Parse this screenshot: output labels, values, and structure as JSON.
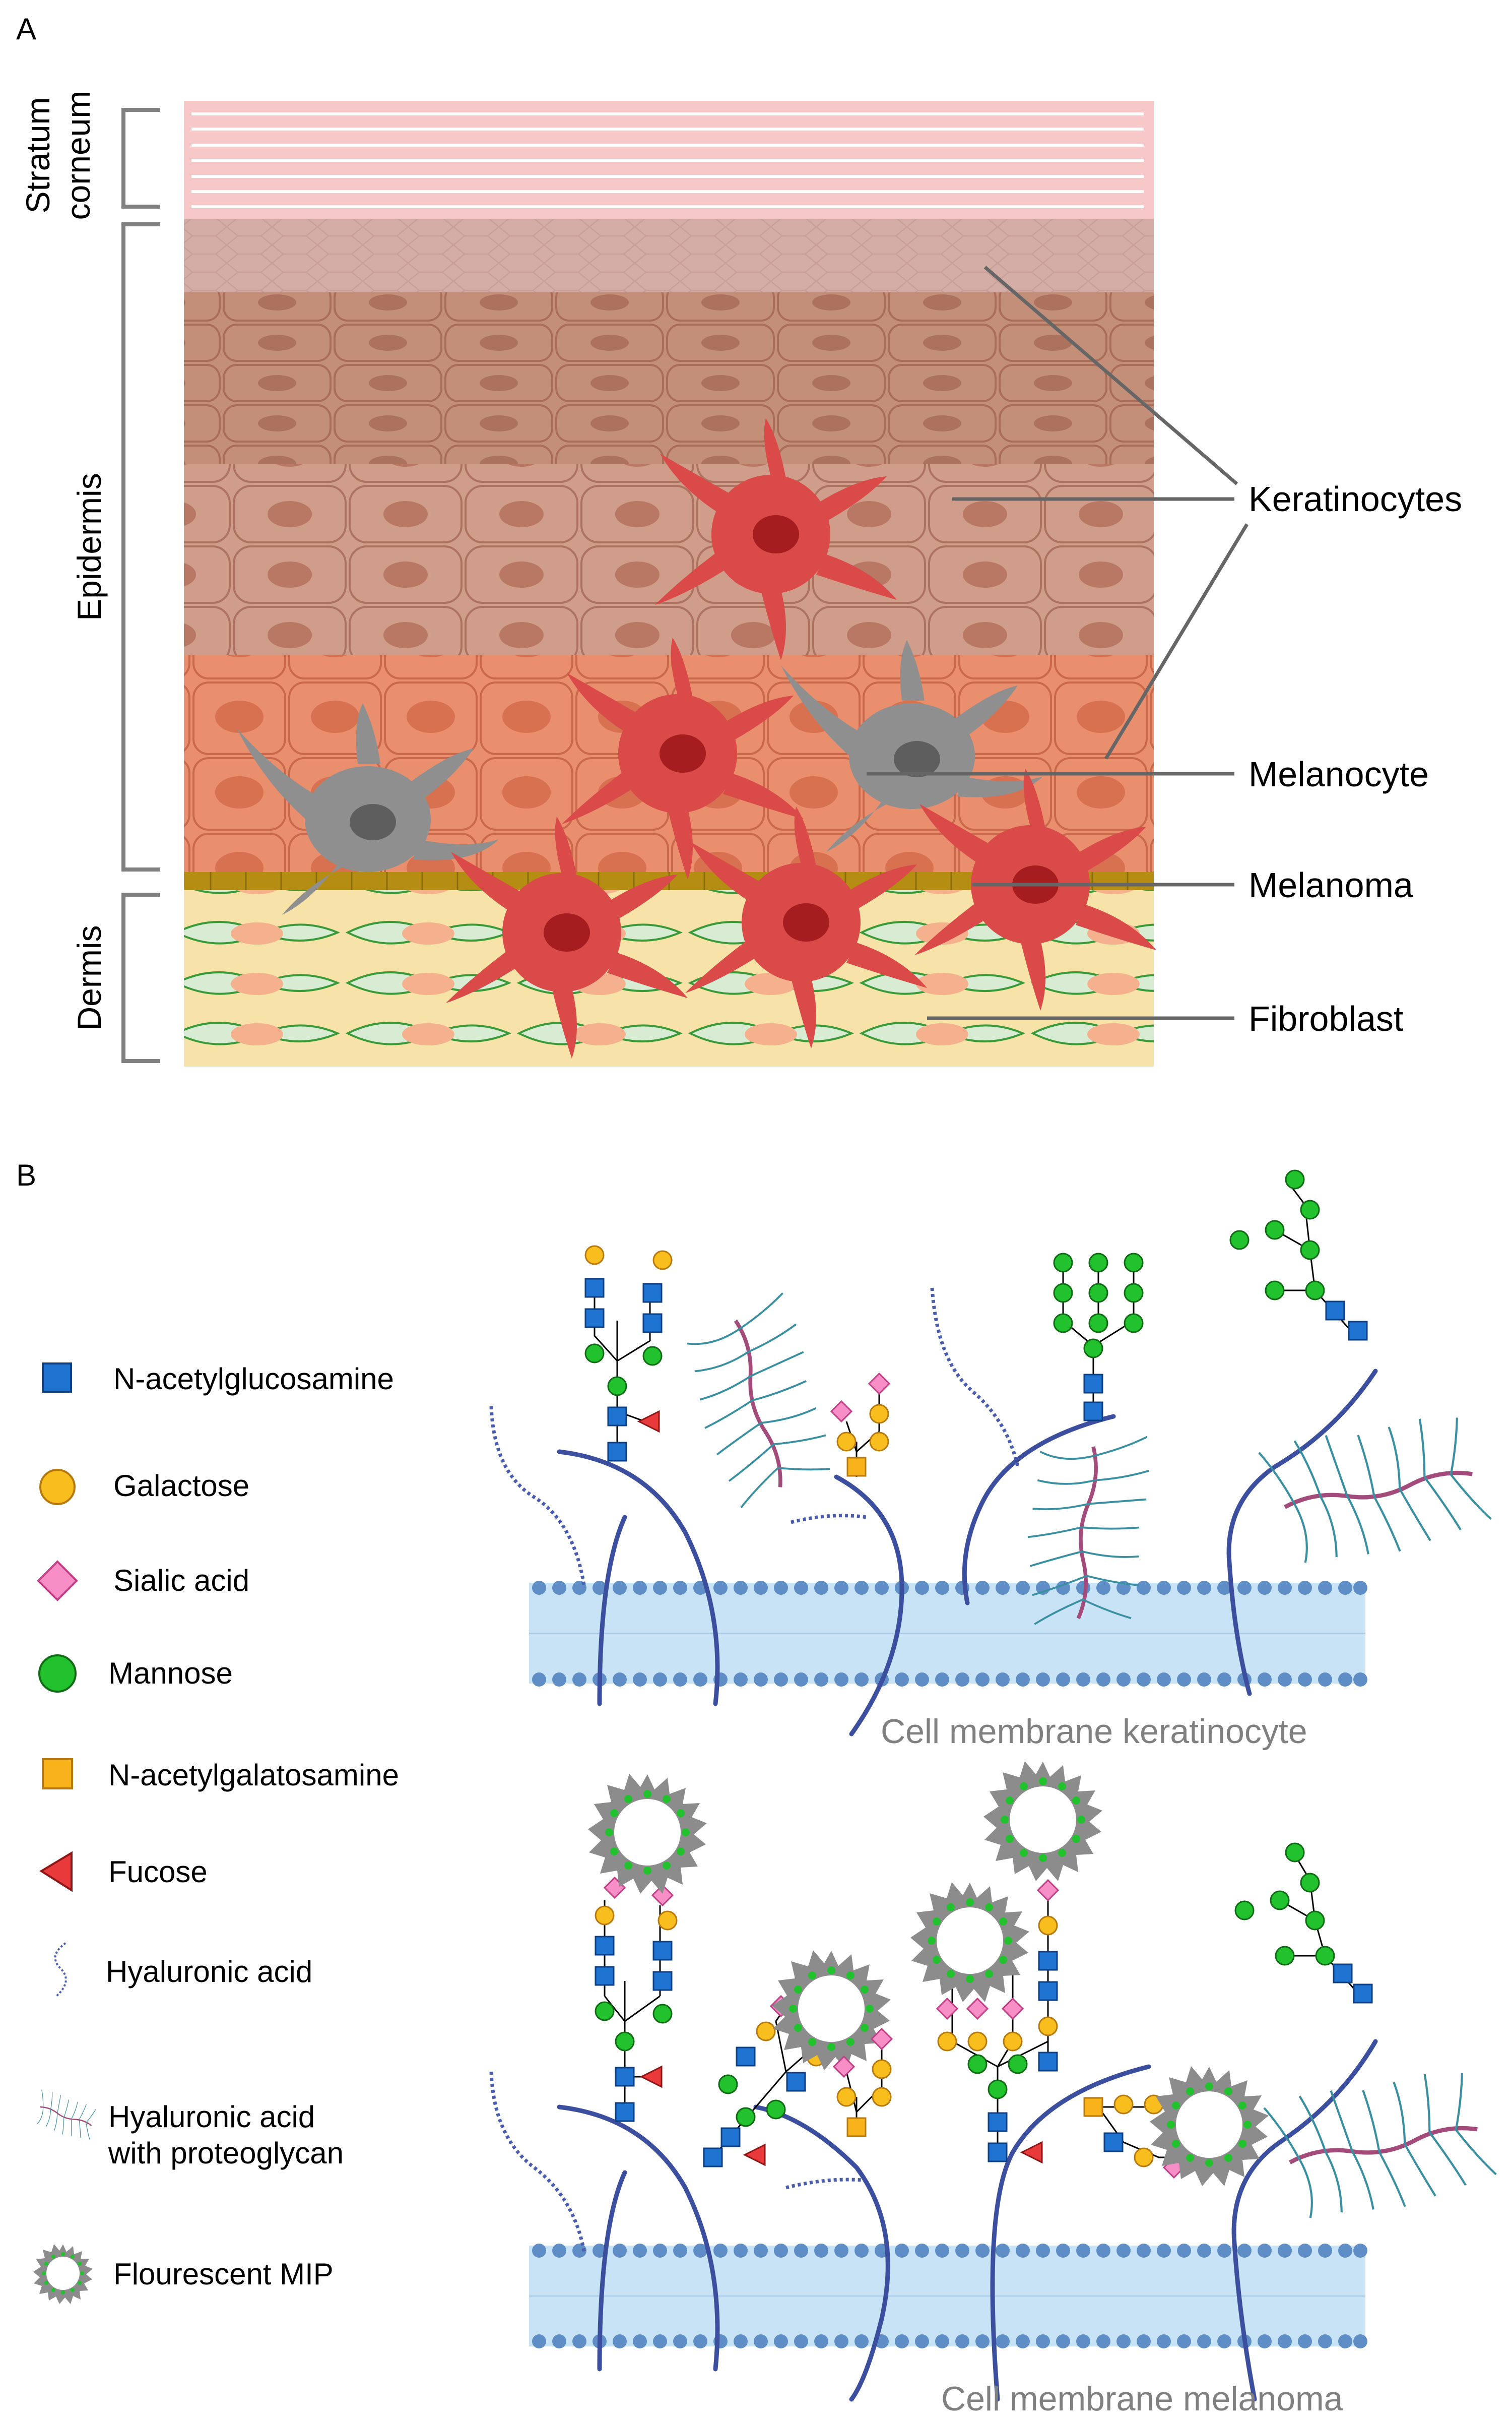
{
  "panels": {
    "a": "A",
    "b": "B"
  },
  "skin_layers": {
    "stratum_line1": "Stratum",
    "stratum_line2": "corneum",
    "epidermis": "Epidermis",
    "dermis": "Dermis"
  },
  "callouts": {
    "keratinocytes": "Keratinocytes",
    "melanocyte": "Melanocyte",
    "melanoma": "Melanoma",
    "fibroblast": "Fibroblast"
  },
  "legend": {
    "glcnac": "N-acetylglucosamine",
    "galactose": "Galactose",
    "sialic": "Sialic acid",
    "mannose": "Mannose",
    "galnac": "N-acetylgalatosamine",
    "fucose": "Fucose",
    "ha": "Hyaluronic acid",
    "hap_line1": "Hyaluronic acid",
    "hap_line2": "with proteoglycan",
    "mip": "Flourescent MIP"
  },
  "membranes": {
    "keratinocyte": "Cell membrane keratinocyte",
    "melanoma": "Cell membrane melanoma"
  },
  "colors": {
    "glcnac": "#1f73d1",
    "galactose": "#f8be1e",
    "sialic": "#f78fc6",
    "mannose": "#22c22e",
    "galnac": "#f8b21a",
    "fucose": "#e83a3a",
    "ha": "#4a5cb0",
    "protein": "#3c4f9e",
    "melanoma_cell": "#d94a49",
    "melanocyte_cell": "#8a8a8a",
    "membrane": "#c9e3f6",
    "mip_spike": "#8c8c8c"
  }
}
